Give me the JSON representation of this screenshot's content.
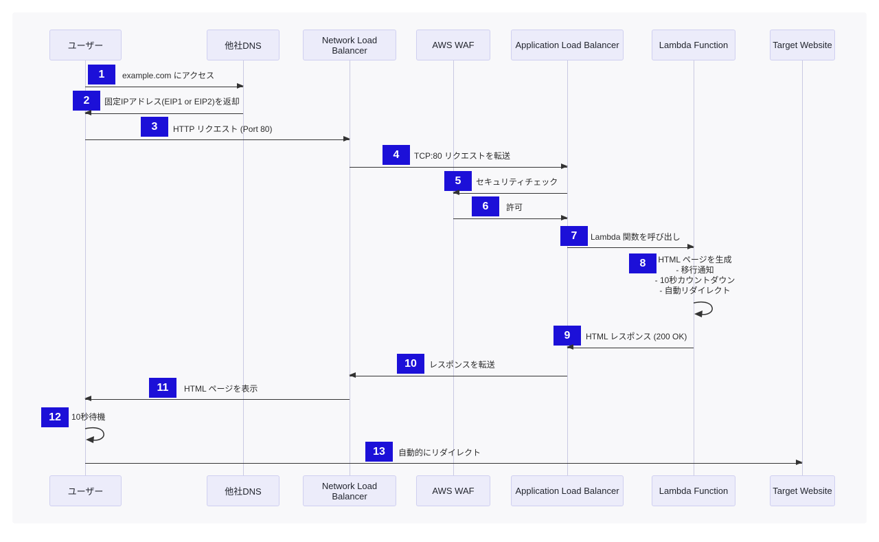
{
  "diagram": {
    "type": "sequence",
    "participants": [
      {
        "id": "user",
        "label": "ユーザー"
      },
      {
        "id": "dns",
        "label": "他社DNS"
      },
      {
        "id": "nlb",
        "label": "Network Load Balancer"
      },
      {
        "id": "waf",
        "label": "AWS WAF"
      },
      {
        "id": "alb",
        "label": "Application Load Balancer"
      },
      {
        "id": "lambda",
        "label": "Lambda Function"
      },
      {
        "id": "target",
        "label": "Target Website"
      }
    ],
    "messages": [
      {
        "num": "1",
        "label": "example.com にアクセス",
        "from": "ユーザー",
        "to": "他社DNS",
        "kind": "arrow-right"
      },
      {
        "num": "2",
        "label": "固定IPアドレス(EIP1 or EIP2)を返却",
        "from": "他社DNS",
        "to": "ユーザー",
        "kind": "arrow-left"
      },
      {
        "num": "3",
        "label": "HTTP リクエスト (Port 80)",
        "from": "ユーザー",
        "to": "Network Load Balancer",
        "kind": "arrow-right"
      },
      {
        "num": "4",
        "label": "TCP:80 リクエストを転送",
        "from": "Network Load Balancer",
        "to": "Application Load Balancer",
        "kind": "arrow-right"
      },
      {
        "num": "5",
        "label": "セキュリティチェック",
        "from": "Application Load Balancer",
        "to": "AWS WAF",
        "kind": "arrow-left"
      },
      {
        "num": "6",
        "label": "許可",
        "from": "AWS WAF",
        "to": "Application Load Balancer",
        "kind": "arrow-right"
      },
      {
        "num": "7",
        "label": "Lambda 関数を呼び出し",
        "from": "Application Load Balancer",
        "to": "Lambda Function",
        "kind": "arrow-right"
      },
      {
        "num": "8",
        "label": "HTML ページを生成\n- 移行通知\n- 10秒カウントダウン\n- 自動リダイレクト",
        "from": "Lambda Function",
        "to": "Lambda Function",
        "kind": "self-loop"
      },
      {
        "num": "9",
        "label": "HTML レスポンス (200 OK)",
        "from": "Lambda Function",
        "to": "Application Load Balancer",
        "kind": "arrow-left"
      },
      {
        "num": "10",
        "label": "レスポンスを転送",
        "from": "Application Load Balancer",
        "to": "Network Load Balancer",
        "kind": "arrow-left"
      },
      {
        "num": "11",
        "label": "HTML ページを表示",
        "from": "Network Load Balancer",
        "to": "ユーザー",
        "kind": "arrow-left"
      },
      {
        "num": "12",
        "label": "10秒待機",
        "from": "ユーザー",
        "to": "ユーザー",
        "kind": "self-loop"
      },
      {
        "num": "13",
        "label": "自動的にリダイレクト",
        "from": "ユーザー",
        "to": "Target Website",
        "kind": "arrow-right"
      }
    ],
    "colors": {
      "page_bg": "#ffffff",
      "panel_bg": "#f8f8fa",
      "participant_fill": "#ececfa",
      "participant_border": "#cfcff0",
      "lifeline": "#c9c9e2",
      "arrow": "#333333",
      "number_badge_bg": "#1c10d8",
      "number_badge_text": "#ffffff"
    }
  }
}
